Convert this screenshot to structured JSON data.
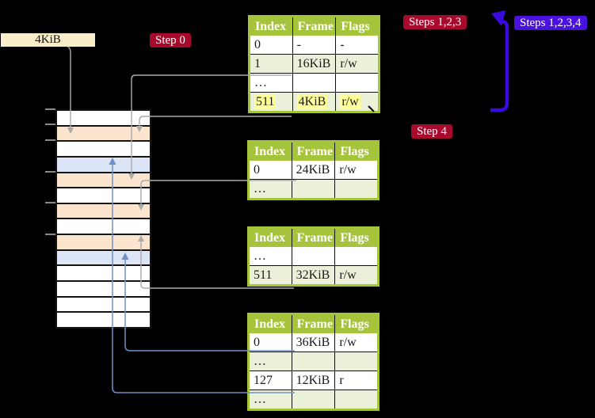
{
  "canvas": {
    "background": "#000000"
  },
  "frame_size_label": {
    "text": "4KiB"
  },
  "labels": {
    "step0": "Step 0",
    "steps_123": "Steps 1,2,3",
    "steps_1234": "Steps 1,2,3,4",
    "step4": "Step 4"
  },
  "colors": {
    "table_header_green": "#A5C43C",
    "table_row_alt_green": "#EBF1D9",
    "highlight_yellow": "#FFFF99",
    "label_red": "#A80A2E",
    "label_blue_violet": "#4A12DE",
    "loop_arrow_blue": "#3A0BE0",
    "connector_gray": "#ABABAB",
    "connector_steel_blue": "#7090C8",
    "memory_page_table_peach": "#FCE5CE",
    "memory_mapped_page_blue": "#DBE5F6",
    "frame_label_cream": "#FAEDCA"
  },
  "tables": [
    {
      "columns": [
        "Index",
        "Frame",
        "Flags"
      ],
      "rows": [
        [
          "0",
          "-",
          "-"
        ],
        [
          "1",
          "16KiB",
          "r/w"
        ],
        [
          "…",
          "",
          ""
        ],
        [
          "511",
          "4KiB",
          "r/w"
        ]
      ],
      "highlight_row": 3
    },
    {
      "columns": [
        "Index",
        "Frame",
        "Flags"
      ],
      "rows": [
        [
          "0",
          "24KiB",
          "r/w"
        ],
        [
          "…",
          "",
          ""
        ]
      ],
      "highlight_row": -1
    },
    {
      "columns": [
        "Index",
        "Frame",
        "Flags"
      ],
      "rows": [
        [
          "…",
          "",
          ""
        ],
        [
          "511",
          "32KiB",
          "r/w"
        ]
      ],
      "highlight_row": -1
    },
    {
      "columns": [
        "Index",
        "Frame",
        "Flags"
      ],
      "rows": [
        [
          "0",
          "36KiB",
          "r/w"
        ],
        [
          "…",
          "",
          ""
        ],
        [
          "127",
          "12KiB",
          "r"
        ],
        [
          "…",
          "",
          ""
        ]
      ],
      "highlight_row": -1
    }
  ],
  "memory": {
    "rows": [
      "white",
      "peach",
      "white",
      "blue",
      "peach",
      "white",
      "peach",
      "white",
      "peach",
      "blue",
      "white",
      "white",
      "white",
      "white"
    ]
  }
}
